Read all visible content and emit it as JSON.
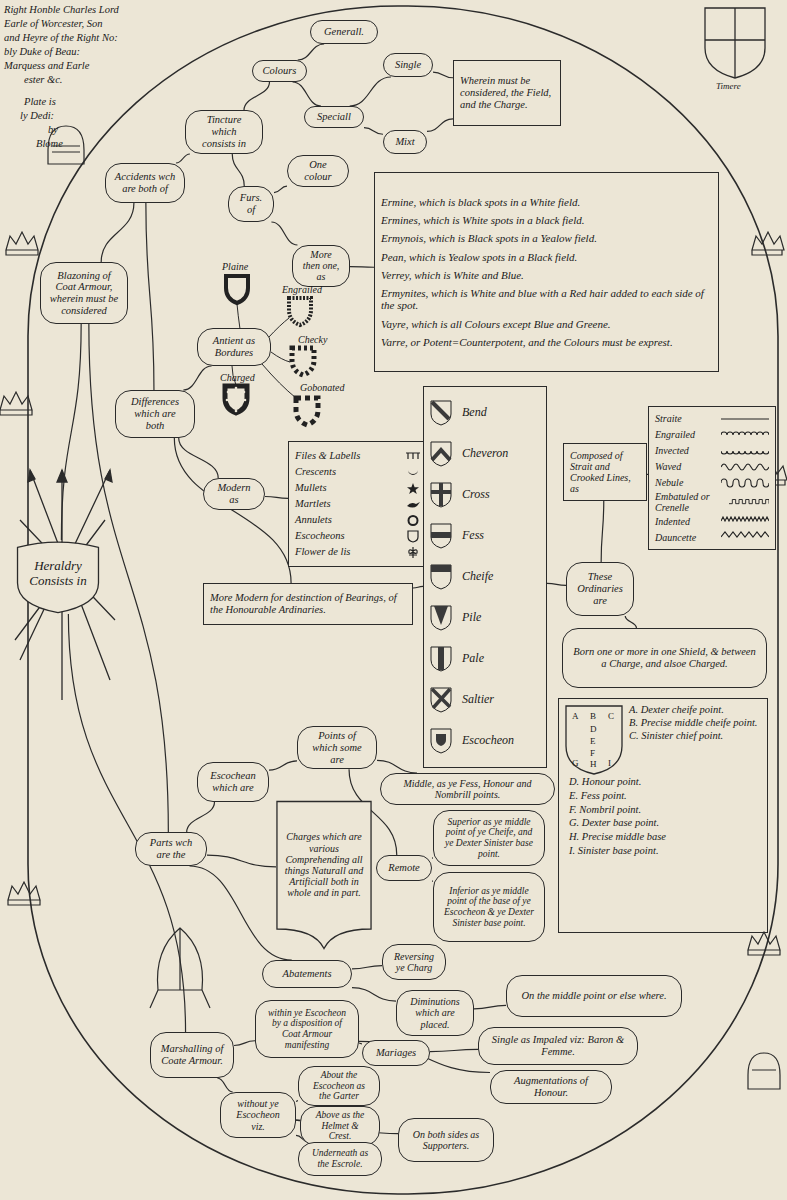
{
  "diagram": {
    "nodes": [
      {
        "text": [
          "Heraldry Consists in"
        ]
      },
      {
        "text": [
          "Accidents wch are both of"
        ]
      },
      {
        "text": [
          "Tincture which consists in"
        ]
      },
      {
        "text": [
          "Colours"
        ]
      },
      {
        "text": [
          "Generall."
        ]
      },
      {
        "text": [
          "Speciall"
        ]
      },
      {
        "text": [
          "Single"
        ]
      },
      {
        "text": [
          "Mixt"
        ]
      },
      {
        "text": [
          "Wherein must be considered, the Field, and the Charge."
        ]
      },
      {
        "text": [
          "Furs. of"
        ]
      },
      {
        "text": [
          "One colour"
        ]
      },
      {
        "text": [
          "More then one, as"
        ]
      },
      {
        "text": [
          "Ermine, which is black spots in a White field.",
          "Ermines, which is White spots in a black field.",
          "Ermynois, which is Black spots in a Yealow field.",
          "Pean, which is Yealow spots in a Black field.",
          "Verrey, which is White and Blue.",
          "Ermynites, which is White and blue with a Red hair added to each side of the spot.",
          "Vayre, which is all Colours except Blue and Greene.",
          "Varre, or Potent=Counterpotent, and the Colours must be exprest."
        ]
      },
      {
        "text": [
          "Blazoning of Coat Armour, wherein must be considered"
        ]
      },
      {
        "text": [
          "Differences which are both"
        ]
      },
      {
        "text": [
          "Antient as Bordures"
        ]
      },
      {
        "text": [
          "Modern as"
        ]
      },
      {
        "text": [
          "Files & Labells",
          "Crescents",
          "Mullets",
          "Martlets",
          "Annulets",
          "Escocheons",
          "Flower de lis"
        ]
      },
      {
        "text": [
          "More Modern for destinction of Bearings, of the Honourable Ardinaries."
        ]
      },
      {
        "text": [
          "Bend",
          "Cheveron",
          "Cross",
          "Fess",
          "Cheife",
          "Pile",
          "Pale",
          "Saltier",
          "Escocheon"
        ]
      },
      {
        "text": [
          "These Ordinaries are"
        ]
      },
      {
        "text": [
          "Composed of Strait and Crooked Lines, as"
        ]
      },
      {
        "text": [
          "Straite",
          "Engrailed",
          "Invected",
          "Waved",
          "Nebule",
          "Embatuled or Crenelle",
          "Indented",
          "Dauncette"
        ]
      },
      {
        "text": [
          "Born one or more in one Shield, & between a Charge, and alsoe Charged."
        ]
      },
      {
        "text": [
          "A. Dexter cheife point.",
          "B. Precise middle cheife point.",
          "C. Sinister chief point.",
          "D. Honour point.",
          "E. Fess point.",
          "F. Nombril point.",
          "G. Dexter base point.",
          "H. Precise middle base",
          "I. Sinister base point."
        ]
      },
      {
        "text": [
          "Parts wch are the"
        ]
      },
      {
        "text": [
          "Escochean which are"
        ]
      },
      {
        "text": [
          "Points of which some are"
        ]
      },
      {
        "text": [
          "Middle, as ye Fess, Honour and Nombrill points."
        ]
      },
      {
        "text": [
          "Remote"
        ]
      },
      {
        "text": [
          "Superior as ye middle point of ye Cheife, and ye Dexter Sinister base point."
        ]
      },
      {
        "text": [
          "Inferior as ye middle point of the base of ye Escocheon & ye Dexter Sinister base point."
        ]
      },
      {
        "text": [
          "Charges which are various Comprehending all things Naturall and Artificiall both in whole and in part."
        ]
      },
      {
        "text": [
          "Abatements"
        ]
      },
      {
        "text": [
          "Reversing ye Charg"
        ]
      },
      {
        "text": [
          "Diminutions which are placed."
        ]
      },
      {
        "text": [
          "On the middle point or else where."
        ]
      },
      {
        "text": [
          "Marshalling of Coate Armour."
        ]
      },
      {
        "text": [
          "within ye Escocheon by a disposition of Coat Armour manifesting"
        ]
      },
      {
        "text": [
          "Mariages"
        ]
      },
      {
        "text": [
          "Single as Impaled viz: Baron & Femme."
        ]
      },
      {
        "text": [
          "Augmentations of Honour."
        ]
      },
      {
        "text": [
          "without ye Escocheon viz."
        ]
      },
      {
        "text": [
          "About the Escocheon as the Garter"
        ]
      },
      {
        "text": [
          "Above as the Helmet & Crest."
        ]
      },
      {
        "text": [
          "Underneath as the Escrole."
        ]
      },
      {
        "text": [
          "On both sides as Supporters."
        ]
      }
    ],
    "edges": [
      {
        "from": 0,
        "to": 13,
        "arrow": "none"
      },
      {
        "from": 13,
        "to": 1,
        "arrow": "none"
      },
      {
        "from": 13,
        "to": 25,
        "arrow": "none"
      },
      {
        "from": 0,
        "to": 37,
        "arrow": "none"
      },
      {
        "from": 1,
        "to": 2,
        "arrow": "none"
      },
      {
        "from": 1,
        "to": 14,
        "arrow": "none"
      },
      {
        "from": 2,
        "to": 3,
        "arrow": "none"
      },
      {
        "from": 2,
        "to": 9,
        "arrow": "none"
      },
      {
        "from": 3,
        "to": 4,
        "arrow": "none"
      },
      {
        "from": 3,
        "to": 5,
        "arrow": "none"
      },
      {
        "from": 5,
        "to": 6,
        "arrow": "none"
      },
      {
        "from": 5,
        "to": 7,
        "arrow": "none"
      },
      {
        "from": 6,
        "to": 8,
        "arrow": "none"
      },
      {
        "from": 7,
        "to": 8,
        "arrow": "none"
      },
      {
        "from": 9,
        "to": 10,
        "arrow": "none"
      },
      {
        "from": 9,
        "to": 11,
        "arrow": "none"
      },
      {
        "from": 11,
        "to": 12,
        "arrow": "none"
      },
      {
        "from": 14,
        "to": 15,
        "arrow": "none"
      },
      {
        "from": 14,
        "to": 16,
        "arrow": "none"
      },
      {
        "from": 14,
        "to": 18,
        "arrow": "none"
      },
      {
        "from": 16,
        "to": 17,
        "arrow": "none"
      },
      {
        "from": 18,
        "to": 19,
        "arrow": "none"
      },
      {
        "from": 19,
        "to": 20,
        "arrow": "none"
      },
      {
        "from": 20,
        "to": 21,
        "arrow": "none"
      },
      {
        "from": 20,
        "to": 23,
        "arrow": "none"
      },
      {
        "from": 21,
        "to": 22,
        "arrow": "none"
      },
      {
        "from": 25,
        "to": 26,
        "arrow": "none"
      },
      {
        "from": 25,
        "to": 32,
        "arrow": "none"
      },
      {
        "from": 25,
        "to": 33,
        "arrow": "none"
      },
      {
        "from": 26,
        "to": 27,
        "arrow": "none"
      },
      {
        "from": 27,
        "to": 28,
        "arrow": "none"
      },
      {
        "from": 27,
        "to": 29,
        "arrow": "none"
      },
      {
        "from": 29,
        "to": 30,
        "arrow": "none"
      },
      {
        "from": 29,
        "to": 31,
        "arrow": "none"
      },
      {
        "from": 33,
        "to": 34,
        "arrow": "none"
      },
      {
        "from": 33,
        "to": 35,
        "arrow": "none"
      },
      {
        "from": 35,
        "to": 36,
        "arrow": "none"
      },
      {
        "from": 37,
        "to": 38,
        "arrow": "none"
      },
      {
        "from": 37,
        "to": 42,
        "arrow": "none"
      },
      {
        "from": 38,
        "to": 39,
        "arrow": "none"
      },
      {
        "from": 38,
        "to": 41,
        "arrow": "none"
      },
      {
        "from": 39,
        "to": 40,
        "arrow": "none"
      },
      {
        "from": 42,
        "to": 43,
        "arrow": "none"
      },
      {
        "from": 42,
        "to": 44,
        "arrow": "none"
      },
      {
        "from": 42,
        "to": 45,
        "arrow": "none"
      },
      {
        "from": 42,
        "to": 46,
        "arrow": "none"
      }
    ],
    "labels": [
      "Right Honble Charles Lord",
      "Earle of Worcester, Son",
      "and Heyre of the Right No:",
      "bly Duke of Beau:",
      "Marquess and Earle",
      "ester &c.",
      "Plate is",
      "ly Dedi:",
      "by",
      "Blome",
      "Timere",
      "Plaine",
      "Engrailed",
      "Checky",
      "Charged",
      "Gobonated",
      "A",
      "B",
      "C",
      "D",
      "E",
      "F",
      "G",
      "H",
      "I"
    ]
  }
}
